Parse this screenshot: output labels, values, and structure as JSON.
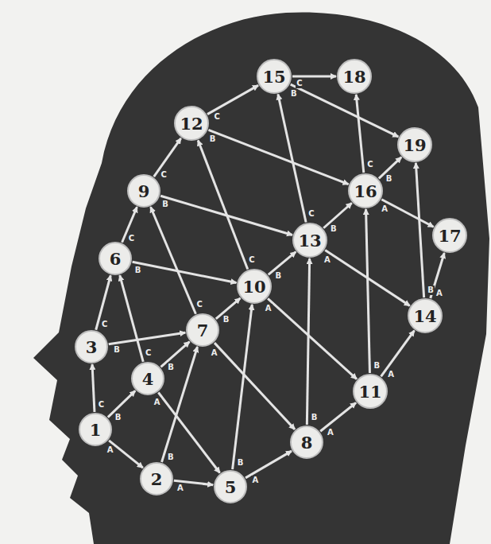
{
  "diagram": {
    "nodes": [
      {
        "text": [
          "1"
        ]
      },
      {
        "text": [
          "2"
        ]
      },
      {
        "text": [
          "3"
        ]
      },
      {
        "text": [
          "4"
        ]
      },
      {
        "text": [
          "5"
        ]
      },
      {
        "text": [
          "6"
        ]
      },
      {
        "text": [
          "7"
        ]
      },
      {
        "text": [
          "8"
        ]
      },
      {
        "text": [
          "9"
        ]
      },
      {
        "text": [
          "10"
        ]
      },
      {
        "text": [
          "11"
        ]
      },
      {
        "text": [
          "12"
        ]
      },
      {
        "text": [
          "13"
        ]
      },
      {
        "text": [
          "14"
        ]
      },
      {
        "text": [
          "15"
        ]
      },
      {
        "text": [
          "16"
        ]
      },
      {
        "text": [
          "17"
        ]
      },
      {
        "text": [
          "18"
        ]
      },
      {
        "text": [
          "19"
        ]
      }
    ],
    "edges": [
      {
        "from": 0,
        "to": 1,
        "arrow": "to",
        "label": "A"
      },
      {
        "from": 0,
        "to": 3,
        "arrow": "to",
        "label": "B"
      },
      {
        "from": 0,
        "to": 2,
        "arrow": "to",
        "label": "C"
      },
      {
        "from": 1,
        "to": 4,
        "arrow": "to",
        "label": "A"
      },
      {
        "from": 1,
        "to": 6,
        "arrow": "to",
        "label": "B"
      },
      {
        "from": 2,
        "to": 6,
        "arrow": "to",
        "label": "B"
      },
      {
        "from": 2,
        "to": 5,
        "arrow": "to",
        "label": "C"
      },
      {
        "from": 3,
        "to": 4,
        "arrow": "to",
        "label": "A"
      },
      {
        "from": 3,
        "to": 6,
        "arrow": "to",
        "label": "B"
      },
      {
        "from": 3,
        "to": 5,
        "arrow": "to",
        "label": "C"
      },
      {
        "from": 4,
        "to": 7,
        "arrow": "to",
        "label": "A"
      },
      {
        "from": 4,
        "to": 9,
        "arrow": "to",
        "label": "B"
      },
      {
        "from": 5,
        "to": 9,
        "arrow": "to",
        "label": "B"
      },
      {
        "from": 5,
        "to": 8,
        "arrow": "to",
        "label": "C"
      },
      {
        "from": 6,
        "to": 7,
        "arrow": "to",
        "label": "A"
      },
      {
        "from": 6,
        "to": 9,
        "arrow": "to",
        "label": "B"
      },
      {
        "from": 6,
        "to": 8,
        "arrow": "to",
        "label": "C"
      },
      {
        "from": 7,
        "to": 10,
        "arrow": "to",
        "label": "A"
      },
      {
        "from": 7,
        "to": 12,
        "arrow": "to",
        "label": "B"
      },
      {
        "from": 8,
        "to": 12,
        "arrow": "to",
        "label": "B"
      },
      {
        "from": 8,
        "to": 11,
        "arrow": "to",
        "label": "C"
      },
      {
        "from": 9,
        "to": 10,
        "arrow": "to",
        "label": "A"
      },
      {
        "from": 9,
        "to": 12,
        "arrow": "to",
        "label": "B"
      },
      {
        "from": 9,
        "to": 11,
        "arrow": "to",
        "label": "C"
      },
      {
        "from": 10,
        "to": 13,
        "arrow": "to",
        "label": "A"
      },
      {
        "from": 10,
        "to": 15,
        "arrow": "to",
        "label": "B"
      },
      {
        "from": 11,
        "to": 15,
        "arrow": "to",
        "label": "B"
      },
      {
        "from": 11,
        "to": 14,
        "arrow": "to",
        "label": "C"
      },
      {
        "from": 12,
        "to": 13,
        "arrow": "to",
        "label": "A"
      },
      {
        "from": 12,
        "to": 15,
        "arrow": "to",
        "label": "B"
      },
      {
        "from": 12,
        "to": 14,
        "arrow": "to",
        "label": "C"
      },
      {
        "from": 13,
        "to": 16,
        "arrow": "to",
        "label": "A"
      },
      {
        "from": 13,
        "to": 18,
        "arrow": "to",
        "label": "B"
      },
      {
        "from": 14,
        "to": 18,
        "arrow": "to",
        "label": "B"
      },
      {
        "from": 14,
        "to": 17,
        "arrow": "to",
        "label": "C"
      },
      {
        "from": 15,
        "to": 16,
        "arrow": "to",
        "label": "A"
      },
      {
        "from": 15,
        "to": 18,
        "arrow": "to",
        "label": "B"
      },
      {
        "from": 15,
        "to": 17,
        "arrow": "to",
        "label": "C"
      }
    ]
  }
}
